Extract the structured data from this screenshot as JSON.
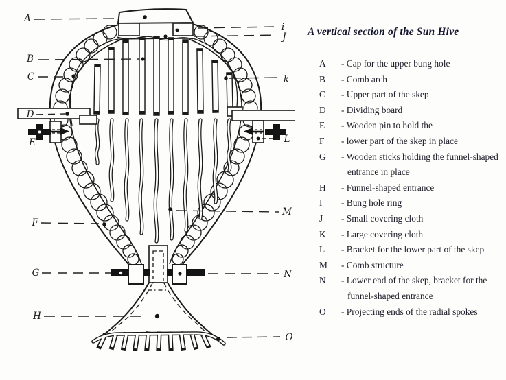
{
  "legend": {
    "title": "A vertical section of the Sun Hive",
    "entries": [
      {
        "key": "A",
        "desc": "- Cap for the upper bung hole",
        "desc2": ""
      },
      {
        "key": "B",
        "desc": "- Comb arch",
        "desc2": ""
      },
      {
        "key": "C",
        "desc": "- Upper part of the skep",
        "desc2": ""
      },
      {
        "key": "D",
        "desc": "- Dividing board",
        "desc2": ""
      },
      {
        "key": "E",
        "desc": "- Wooden pin to hold the",
        "desc2": ""
      },
      {
        "key": "F",
        "desc": "- lower part of the skep in place",
        "desc2": ""
      },
      {
        "key": "G",
        "desc": "- Wooden sticks holding the funnel-shaped",
        "desc2": "entrance in place"
      },
      {
        "key": "H",
        "desc": "- Funnel-shaped entrance",
        "desc2": ""
      },
      {
        "key": "I",
        "desc": "- Bung hole ring",
        "desc2": ""
      },
      {
        "key": "J",
        "desc": "- Small covering cloth",
        "desc2": ""
      },
      {
        "key": "K",
        "desc": "- Large covering cloth",
        "desc2": ""
      },
      {
        "key": "L",
        "desc": "- Bracket for the lower part of the skep",
        "desc2": ""
      },
      {
        "key": "M",
        "desc": "- Comb structure",
        "desc2": ""
      },
      {
        "key": "N",
        "desc": "- Lower end of the skep, bracket for the",
        "desc2": "funnel-shaped entrance"
      },
      {
        "key": "O",
        "desc": "- Projecting ends of the radial spokes",
        "desc2": ""
      }
    ]
  },
  "diagram": {
    "labels": [
      {
        "char": "A"
      },
      {
        "char": "B"
      },
      {
        "char": "C"
      },
      {
        "char": "D"
      },
      {
        "char": "E"
      },
      {
        "char": "F"
      },
      {
        "char": "G"
      },
      {
        "char": "H"
      },
      {
        "char": "i"
      },
      {
        "char": "J"
      },
      {
        "char": "k"
      },
      {
        "char": "L"
      },
      {
        "char": "M"
      },
      {
        "char": "N"
      },
      {
        "char": "O"
      }
    ]
  }
}
